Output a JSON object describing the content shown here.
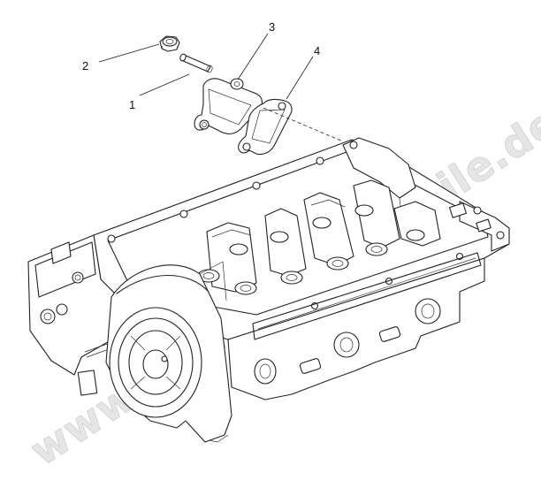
{
  "callouts": [
    {
      "id": "1",
      "label": "1"
    },
    {
      "id": "2",
      "label": "2"
    },
    {
      "id": "3",
      "label": "3"
    },
    {
      "id": "4",
      "label": "4"
    }
  ],
  "watermark": {
    "text": "www.motor-ersatzteile.de"
  },
  "colors": {
    "line": "#222222",
    "watermark": "#e6e6e6",
    "background": "#ffffff"
  }
}
